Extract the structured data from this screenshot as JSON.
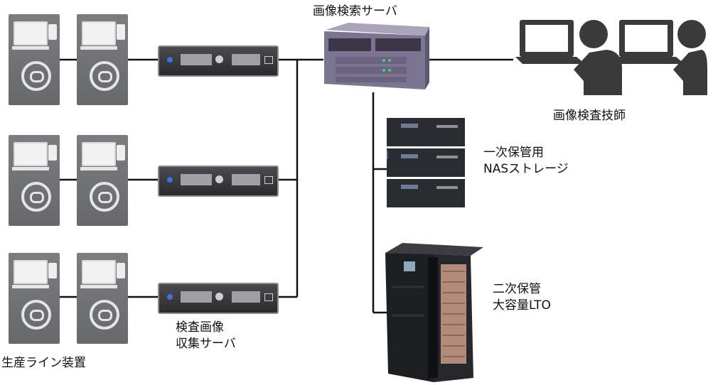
{
  "labels": {
    "search_server": "画像検索サーバ",
    "inspectors": "画像検査技師",
    "primary_storage_line1": "一次保管用",
    "primary_storage_line2": "NASストレージ",
    "secondary_storage_line1": "二次保管",
    "secondary_storage_line2": "大容量LTO",
    "collection_server_line1": "検査画像",
    "collection_server_line2": "収集サーバ",
    "production_line": "生産ライン装置"
  },
  "colors": {
    "wire": "#111111",
    "machine_body": "#6f7074",
    "rack_body": "#2f2f33",
    "rack_led": "#3d73d8",
    "server_body": "#7c7592",
    "person": "#3a3a3a"
  },
  "icons": [
    "production-machine-icon",
    "collection-rack-icon",
    "search-server-icon",
    "inspector-person-icon",
    "nas-storage-icon",
    "lto-library-icon"
  ]
}
